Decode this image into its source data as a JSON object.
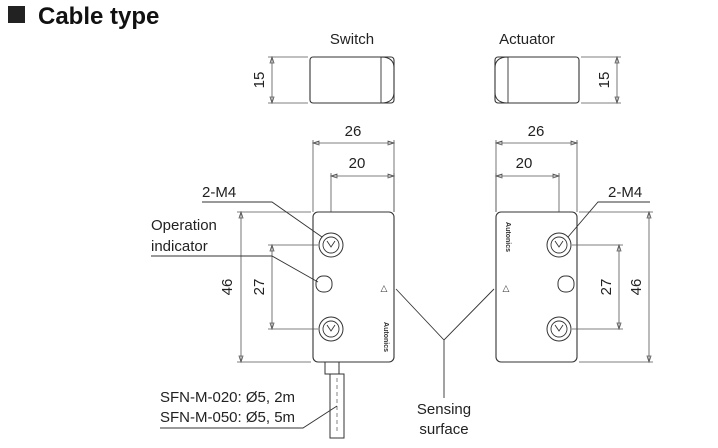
{
  "section": {
    "title": "Cable type",
    "bullet_icon": "square-bullet-icon"
  },
  "switch_unit": {
    "label": "Switch",
    "height_dim": "15",
    "width_dim": "26",
    "hole_span_dim": "20",
    "total_height_dim": "46",
    "hole_pitch_dim": "27",
    "mount_hole_label": "2-M4",
    "indicator_label_line1": "Operation",
    "indicator_label_line2": "indicator",
    "brand": "Autonics",
    "sensing_mark": "△"
  },
  "actuator_unit": {
    "label": "Actuator",
    "height_dim": "15",
    "width_dim": "26",
    "hole_span_dim": "20",
    "total_height_dim": "46",
    "hole_pitch_dim": "27",
    "mount_hole_label": "2-M4",
    "brand": "Autonics",
    "sensing_mark": "△"
  },
  "cable_models": [
    "SFN-M-020: Ø5, 2m",
    "SFN-M-050: Ø5, 5m"
  ],
  "sensing_surface": {
    "line1": "Sensing",
    "line2": "surface"
  },
  "colors": {
    "line": "#333333",
    "text": "#222222"
  }
}
